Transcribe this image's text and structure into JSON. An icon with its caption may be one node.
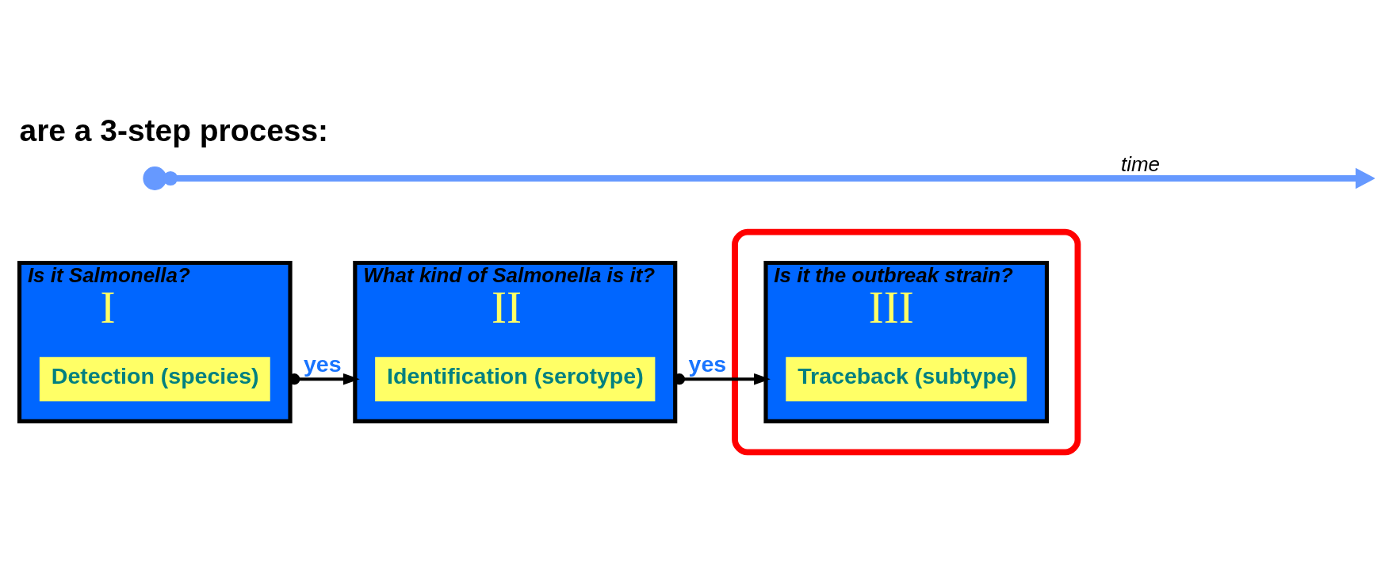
{
  "diagram": {
    "title": "are a 3-step process:",
    "nodes": [
      {
        "text": [
          "Is it Salmonella?",
          "I"
        ]
      },
      {
        "text": [
          "Detection (species)"
        ],
        "in": 0
      },
      {
        "text": [
          "What kind of Salmonella is it?",
          "II"
        ]
      },
      {
        "text": [
          "Identification (serotype)"
        ],
        "in": 2
      },
      {
        "text": [],
        "shape": "ellipse"
      },
      {
        "text": [
          "Is it the outbreak strain?",
          "III"
        ],
        "in": 4
      },
      {
        "text": [
          "Traceback (subtype)"
        ],
        "in": 5
      },
      {
        "text": [],
        "shape": "circle"
      }
    ],
    "edges": [
      {
        "from": 0,
        "to": 2,
        "arrow": "to",
        "label": "yes"
      },
      {
        "from": 2,
        "to": 5,
        "arrow": "to",
        "label": "yes"
      },
      {
        "from": 7,
        "to": null,
        "arrow": "to",
        "label": "time",
        "style": "thick",
        "color": "#6699ff"
      }
    ]
  }
}
